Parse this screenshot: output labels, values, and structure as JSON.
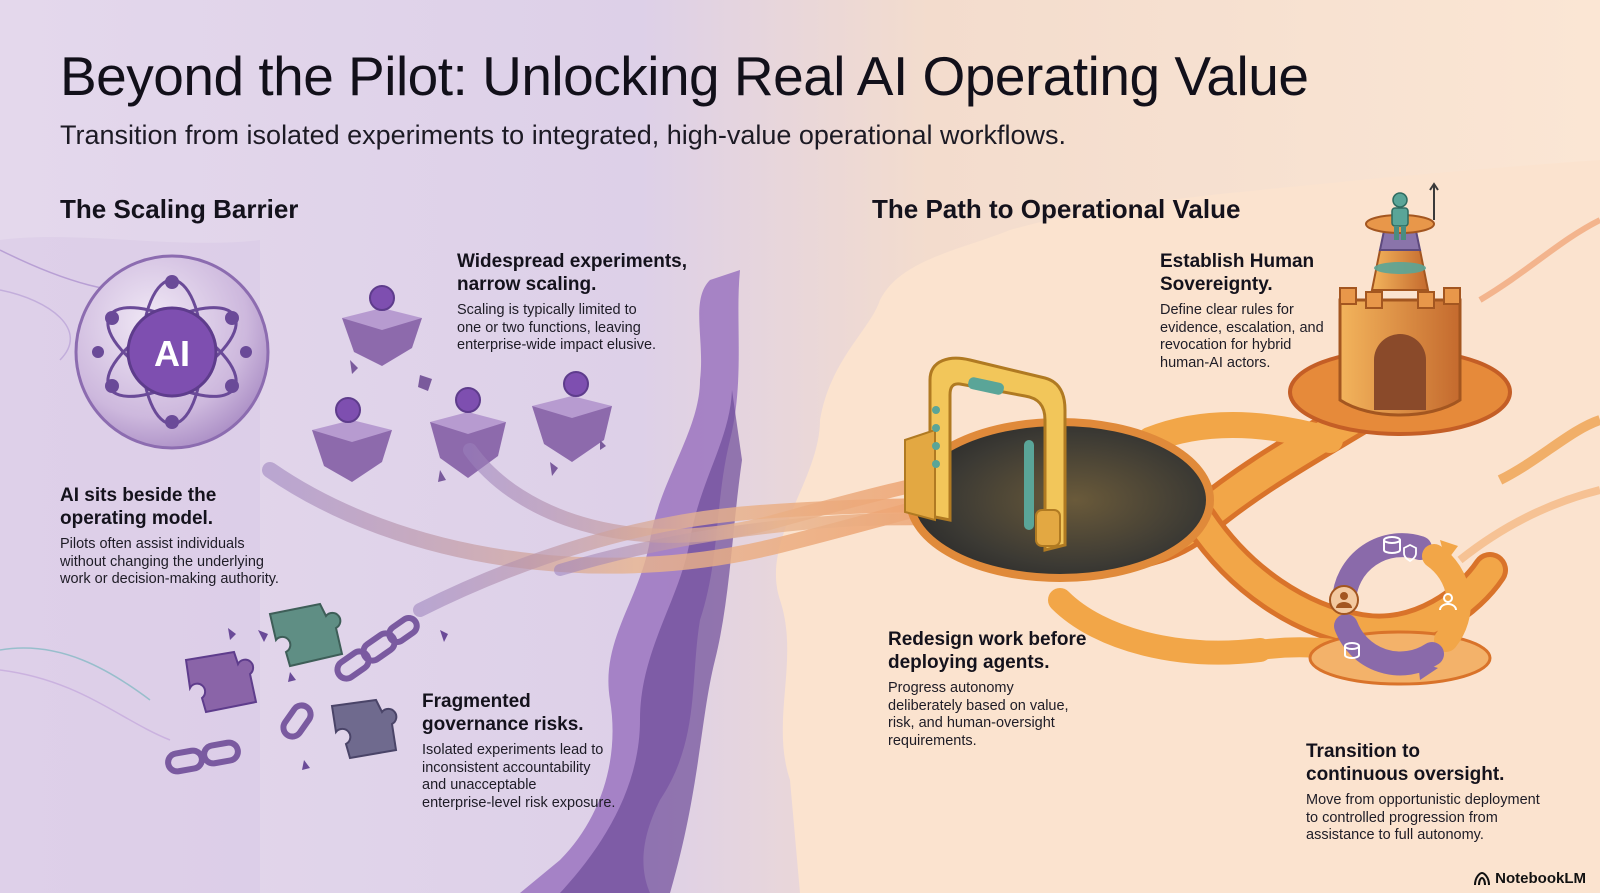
{
  "title": "Beyond the Pilot: Unlocking Real AI Operating Value",
  "subtitle": "Transition from isolated experiments to integrated, high-value operational workflows.",
  "left_section": {
    "heading": "The Scaling Barrier",
    "points": [
      {
        "title_lines": [
          "Widespread experiments,",
          "narrow scaling."
        ],
        "body_lines": [
          "Scaling is typically limited to",
          "one or two functions, leaving",
          "enterprise-wide impact elusive."
        ]
      },
      {
        "title_lines": [
          "AI sits beside the",
          "operating model."
        ],
        "body_lines": [
          "Pilots often assist individuals",
          "without changing the underlying",
          "work or decision-making authority."
        ]
      },
      {
        "title_lines": [
          "Fragmented",
          "governance risks."
        ],
        "body_lines": [
          "Isolated experiments lead to",
          "inconsistent accountability",
          "and unacceptable",
          "enterprise-level risk exposure."
        ]
      }
    ]
  },
  "right_section": {
    "heading": "The Path to Operational Value",
    "points": [
      {
        "title_lines": [
          "Establish Human",
          "Sovereignty."
        ],
        "body_lines": [
          "Define clear rules for",
          "evidence, escalation, and",
          "revocation for hybrid",
          "human-AI actors."
        ]
      },
      {
        "title_lines": [
          "Redesign work before",
          "deploying agents."
        ],
        "body_lines": [
          "Progress autonomy",
          "deliberately based on value,",
          "risk, and human-oversight",
          "requirements."
        ]
      },
      {
        "title_lines": [
          "Transition to",
          "continuous oversight."
        ],
        "body_lines": [
          "Move from opportunistic deployment",
          "to controlled progression from",
          "assistance to full autonomy."
        ]
      }
    ]
  },
  "ai_badge_label": "AI",
  "brand": "NotebookLM",
  "icons": [
    "ai-sphere-icon",
    "floating-island-icon",
    "puzzle-piece-icon",
    "broken-chain-icon",
    "gateway-icon",
    "watchtower-icon",
    "person-icon",
    "cycle-arrows-icon",
    "database-icon",
    "shield-icon",
    "notebook-logo-icon"
  ],
  "colors": {
    "purple": "#7e5aa8",
    "deep_purple": "#5e3c8c",
    "orange": "#ee9a3e",
    "deep_orange": "#d9732a",
    "teal": "#5aa598",
    "yellow": "#f2c65a"
  }
}
